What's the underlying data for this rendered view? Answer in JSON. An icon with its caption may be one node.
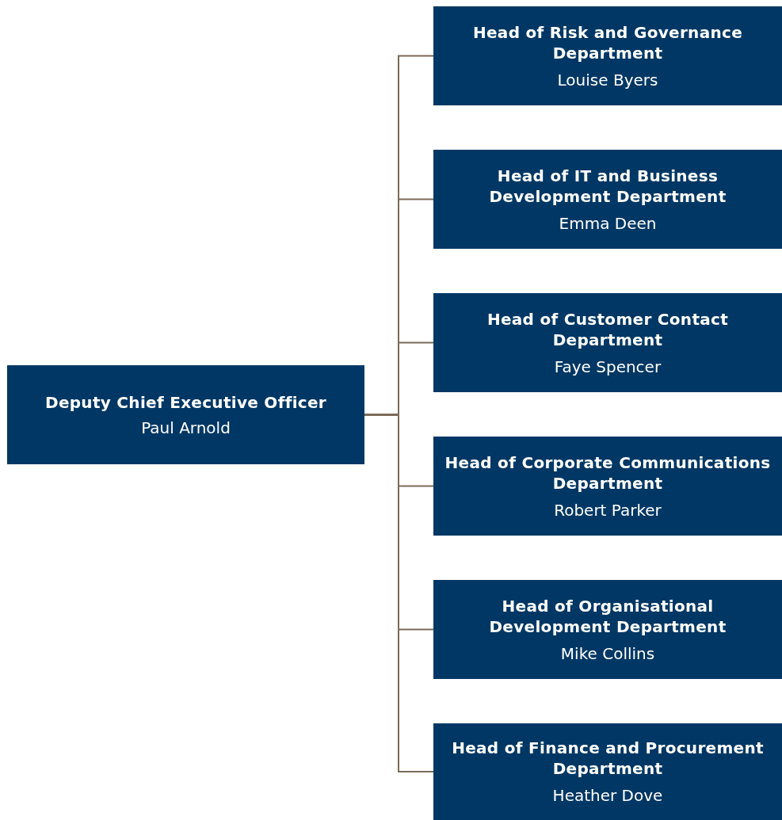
{
  "diagram": {
    "nodes": [
      {
        "text": [
          "Deputy Chief Executive Officer",
          "Paul Arnold"
        ]
      },
      {
        "text": [
          "Head of Risk and Governance Department",
          "Louise Byers"
        ]
      },
      {
        "text": [
          "Head of IT and Business Development Department",
          "Emma Deen"
        ]
      },
      {
        "text": [
          "Head of Customer Contact Department",
          "Faye Spencer"
        ]
      },
      {
        "text": [
          "Head of Corporate Communications Department",
          "Robert Parker"
        ]
      },
      {
        "text": [
          "Head of Organisational Development Department",
          "Mike Collins"
        ]
      },
      {
        "text": [
          "Head of Finance and Procurement Department",
          "Heather Dove"
        ]
      }
    ],
    "edges": [
      {
        "from": 0,
        "to": 1,
        "arrow": "none"
      },
      {
        "from": 0,
        "to": 2,
        "arrow": "none"
      },
      {
        "from": 0,
        "to": 3,
        "arrow": "none"
      },
      {
        "from": 0,
        "to": 4,
        "arrow": "none"
      },
      {
        "from": 0,
        "to": 5,
        "arrow": "none"
      },
      {
        "from": 0,
        "to": 6,
        "arrow": "none"
      }
    ]
  }
}
